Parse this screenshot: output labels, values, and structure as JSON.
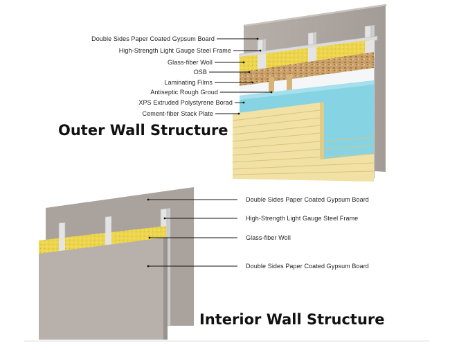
{
  "outer": {
    "title": "Outer Wall Structure",
    "labels": [
      "Double Sides Paper Coated Gypsum Board",
      "High-Strength Light Gauge Steel Frame",
      "Glass-fiber Woll",
      "OSB",
      "Laminating Films",
      "Antiseptic Rough Groud",
      "XPS Extruded Polystyrene Borad",
      "Cement-fiber Stack Plate"
    ]
  },
  "interior": {
    "title": "Interior Wall Structure",
    "labels": [
      "Double Sides Paper Coated Gypsum Board",
      "High-Strength Light Gauge Steel Frame",
      "Glass-fiber Woll",
      "Double Sides Paper Coated Gypsum Board"
    ]
  },
  "colors": {
    "gypsum": "#a9a29c",
    "gypsum_light": "#c9c3be",
    "steel": "#e6e6e6",
    "insulation": "#e9d24a",
    "osb": "#c79a5d",
    "film": "#f2f4f6",
    "xps": "#7fd0e2",
    "siding": "#f0df9f"
  }
}
